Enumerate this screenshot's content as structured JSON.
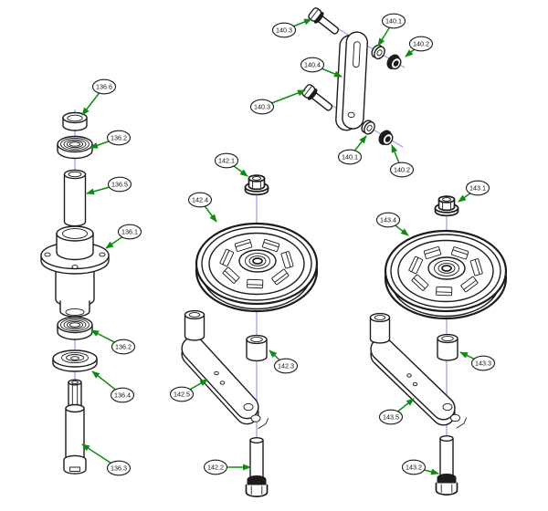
{
  "diagram_title": "exploded-parts-diagram",
  "colors": {
    "outline": "#1c1c1c",
    "arrow_green": "#0e8c12",
    "centerline_blue": "#a9aff2",
    "callout_fill": "#ffffff",
    "background": "#ffffff"
  },
  "callouts": [
    {
      "label": "136.6"
    },
    {
      "label": "136.2"
    },
    {
      "label": "136.5"
    },
    {
      "label": "136.1"
    },
    {
      "label": "136.2"
    },
    {
      "label": "136.4"
    },
    {
      "label": "136.3"
    },
    {
      "label": "140.3"
    },
    {
      "label": "140.1"
    },
    {
      "label": "140.2"
    },
    {
      "label": "140.4"
    },
    {
      "label": "140.3"
    },
    {
      "label": "140.1"
    },
    {
      "label": "140.2"
    },
    {
      "label": "142.1"
    },
    {
      "label": "142.4"
    },
    {
      "label": "142.3"
    },
    {
      "label": "142.5"
    },
    {
      "label": "142.2"
    },
    {
      "label": "143.1"
    },
    {
      "label": "143.4"
    },
    {
      "label": "143.3"
    },
    {
      "label": "143.5"
    },
    {
      "label": "143.2"
    }
  ]
}
